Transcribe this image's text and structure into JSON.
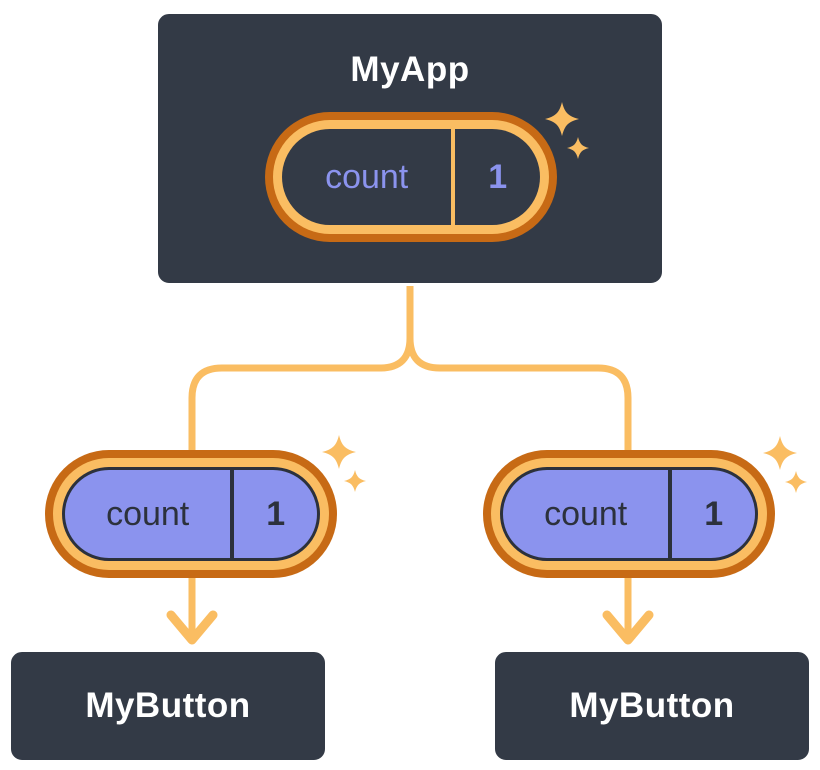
{
  "colors": {
    "slate": "#333A46",
    "white": "#FFFFFF",
    "orange_dark": "#C76A15",
    "orange_light": "#FABD62",
    "purple": "#8B93EE",
    "dark_text": "#2C313C",
    "background": "#FFFFFF"
  },
  "icons": {
    "sparkle": "✦"
  },
  "root": {
    "title": "MyApp",
    "state": {
      "name": "count",
      "value": "1"
    }
  },
  "children": [
    {
      "title": "MyButton",
      "state": {
        "name": "count",
        "value": "1"
      }
    },
    {
      "title": "MyButton",
      "state": {
        "name": "count",
        "value": "1"
      }
    }
  ]
}
